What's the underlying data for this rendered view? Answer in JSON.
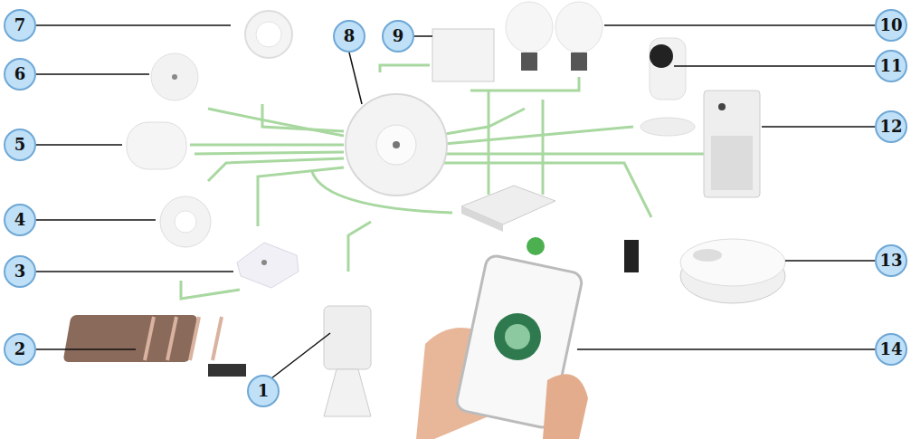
{
  "diagram": {
    "labels": [
      "7",
      "8",
      "9",
      "10",
      "6",
      "11",
      "5",
      "12",
      "4",
      "3",
      "13",
      "2",
      "14",
      "1"
    ]
  }
}
